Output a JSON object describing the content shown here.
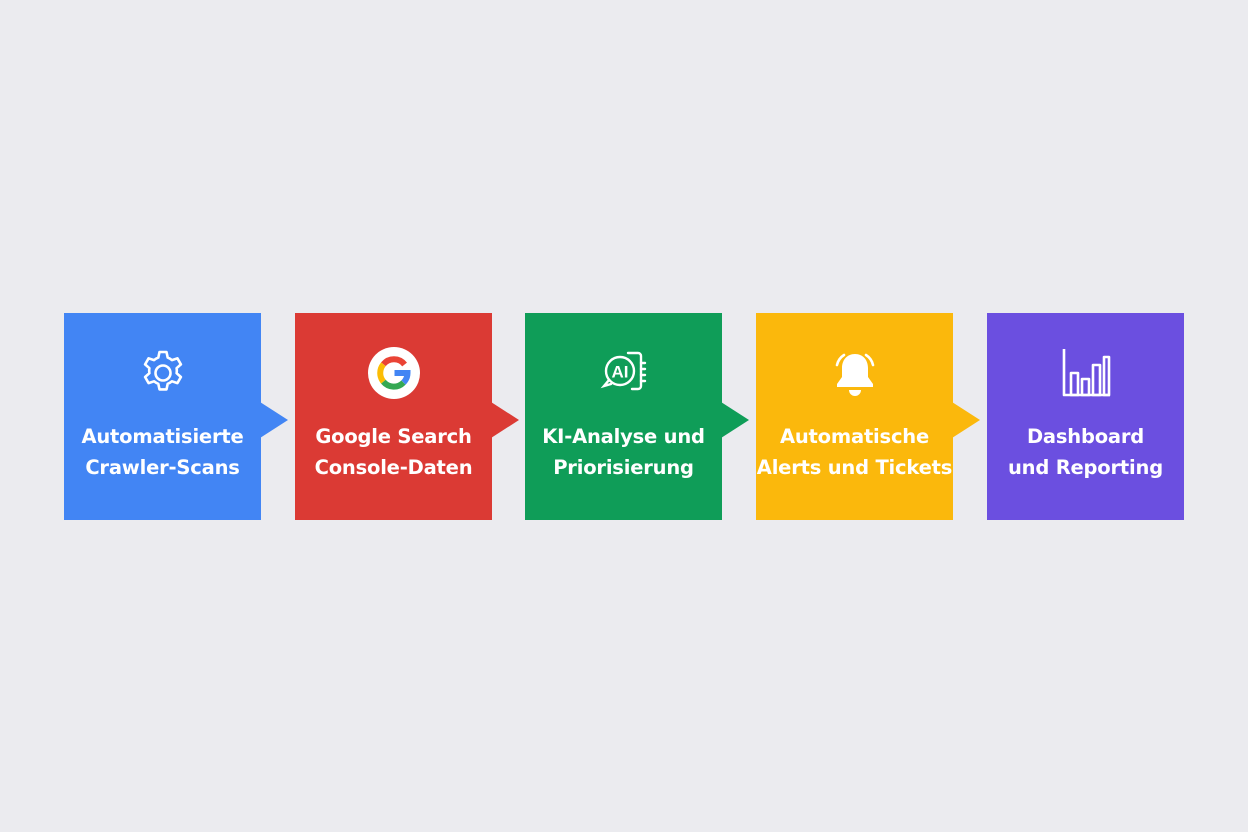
{
  "steps": [
    {
      "line1": "Automatisierte",
      "line2": "Crawler-Scans",
      "color": "#4285f4",
      "icon": "gear-icon"
    },
    {
      "line1": "Google Search",
      "line2": "Console-Daten",
      "color": "#db3a34",
      "icon": "google-logo-icon"
    },
    {
      "line1": "KI-Analyse und",
      "line2": "Priorisierung",
      "color": "#0f9d58",
      "icon": "ai-chip-icon",
      "icon_text": "AI"
    },
    {
      "line1": "Automatische",
      "line2": "Alerts und Tickets",
      "color": "#fbb80c",
      "icon": "bell-icon"
    },
    {
      "line1": "Dashboard",
      "line2": "und Reporting",
      "color": "#6b4fe0",
      "icon": "bar-chart-icon"
    }
  ]
}
